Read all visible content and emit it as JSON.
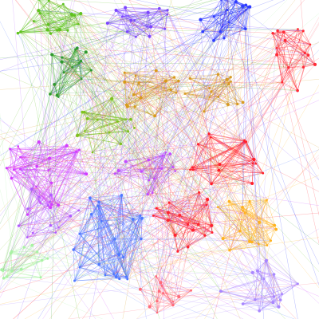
{
  "graph": {
    "type": "network",
    "clusters": [
      {
        "id": "c1",
        "color": "#5fc21f"
      },
      {
        "id": "c2",
        "color": "#7b46ff"
      },
      {
        "id": "c3",
        "color": "#2f3cff"
      },
      {
        "id": "c4",
        "color": "#ff2a36"
      },
      {
        "id": "c5",
        "color": "#2f9a2f"
      },
      {
        "id": "c6",
        "color": "#d89a1a"
      },
      {
        "id": "c7",
        "color": "#d79a24"
      },
      {
        "id": "c8",
        "color": "#7fc21f"
      },
      {
        "id": "c9",
        "color": "#d33cff"
      },
      {
        "id": "c10",
        "color": "#ff1f2a"
      },
      {
        "id": "c11",
        "color": "#c34cff"
      },
      {
        "id": "c12",
        "color": "#4f78ff"
      },
      {
        "id": "c13",
        "color": "#ff2430"
      },
      {
        "id": "c14",
        "color": "#ffb21f"
      },
      {
        "id": "c15",
        "color": "#ff6b7a"
      },
      {
        "id": "c16",
        "color": "#a887ff"
      },
      {
        "id": "c17",
        "color": "#a9f2a4"
      },
      {
        "id": "c18",
        "color": "#b25cff"
      }
    ],
    "style": {
      "background": "#ffffff"
    }
  }
}
